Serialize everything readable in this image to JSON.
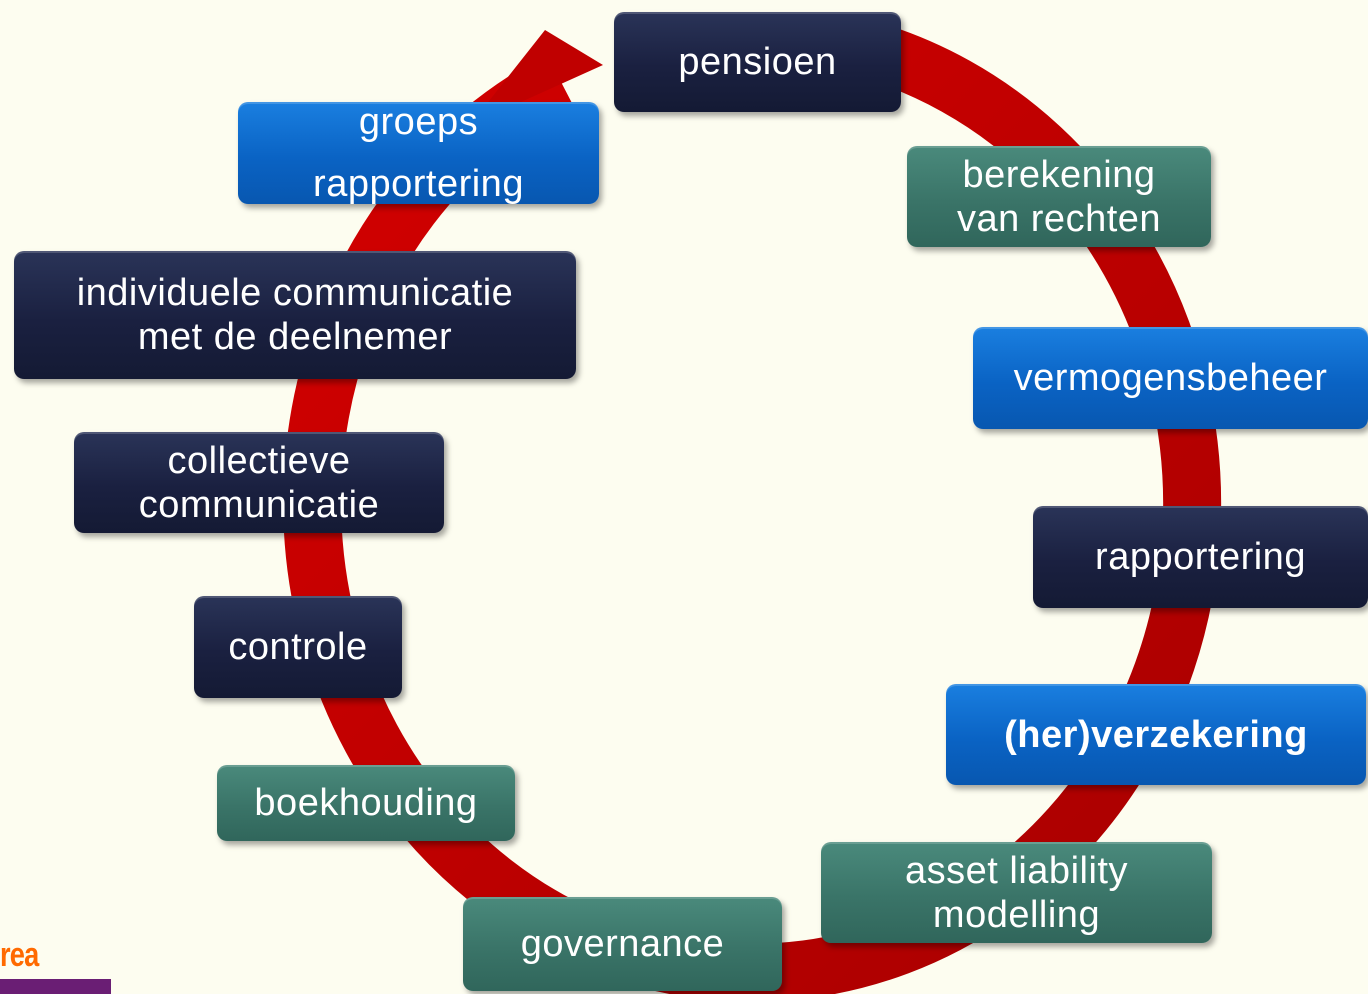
{
  "cycle": {
    "pensioen": "pensioen",
    "berekening": [
      "berekening",
      "van rechten"
    ],
    "vermogensbeheer": "vermogensbeheer",
    "rapportering": "rapportering",
    "herverzekering": "(her)verzekering",
    "alm": [
      "asset liability",
      "modelling"
    ],
    "governance": "governance",
    "boekhouding": "boekhouding",
    "controle": "controle",
    "collectieve": [
      "collectieve",
      "communicatie"
    ],
    "individuele": [
      "individuele communicatie",
      "met de deelnemer"
    ],
    "groeps": [
      "groeps",
      "rapportering"
    ]
  },
  "logo": {
    "text": "rea"
  },
  "colors": {
    "arrow": "#c00000",
    "dark_box": "#1a2040",
    "blue_box": "#0a63c4",
    "green_box": "#3a7468",
    "logo_orange": "#ff6a00",
    "logo_purple": "#6a1e74"
  }
}
